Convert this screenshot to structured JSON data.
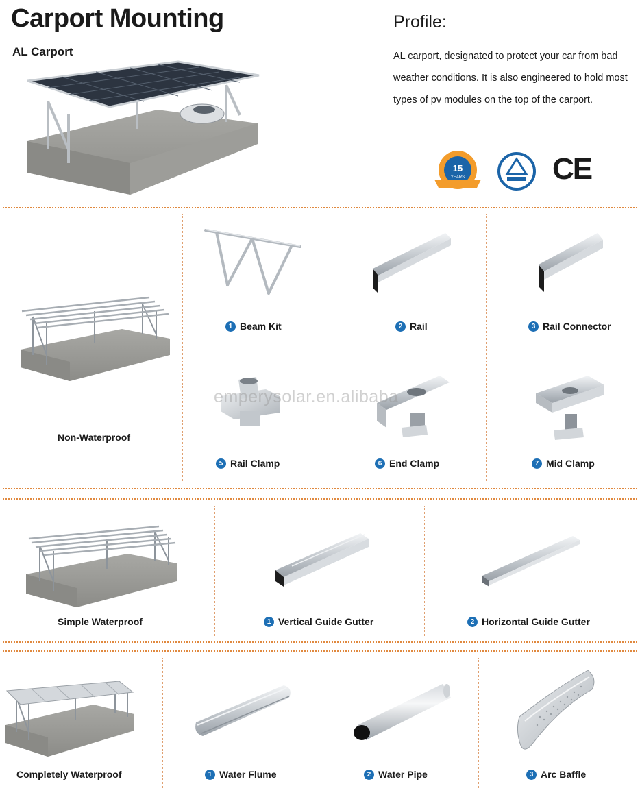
{
  "header": {
    "title": "Carport Mounting",
    "subtitle": "AL Carport"
  },
  "profile": {
    "heading": "Profile:",
    "text": "AL carport, designated to protect your car from bad weather conditions. It is also engineered to hold most types of pv modules on the top of the carport."
  },
  "badges": {
    "years_number": "15",
    "years_word": "YEARS",
    "ce_mark": "CE"
  },
  "watermark": "emperysolar.en.alibaba",
  "sections": {
    "non_waterproof": {
      "label": "Non-Waterproof",
      "items": [
        {
          "num": "1",
          "label": "Beam Kit"
        },
        {
          "num": "2",
          "label": "Rail"
        },
        {
          "num": "3",
          "label": "Rail Connector"
        },
        {
          "num": "5",
          "label": "Rail Clamp"
        },
        {
          "num": "6",
          "label": "End Clamp"
        },
        {
          "num": "7",
          "label": "Mid Clamp"
        }
      ]
    },
    "simple_waterproof": {
      "label": "Simple Waterproof",
      "items": [
        {
          "num": "1",
          "label": "Vertical Guide Gutter"
        },
        {
          "num": "2",
          "label": "Horizontal Guide Gutter"
        }
      ]
    },
    "completely_waterproof": {
      "label": "Completely Waterproof",
      "items": [
        {
          "num": "1",
          "label": "Water Flume"
        },
        {
          "num": "2",
          "label": "Water Pipe"
        },
        {
          "num": "3",
          "label": "Arc Baffle"
        }
      ]
    }
  },
  "colors": {
    "accent_orange": "#e0893f",
    "number_blue": "#1d6fb5",
    "concrete": "#9a9a96",
    "aluminium": "#c9ced3"
  }
}
